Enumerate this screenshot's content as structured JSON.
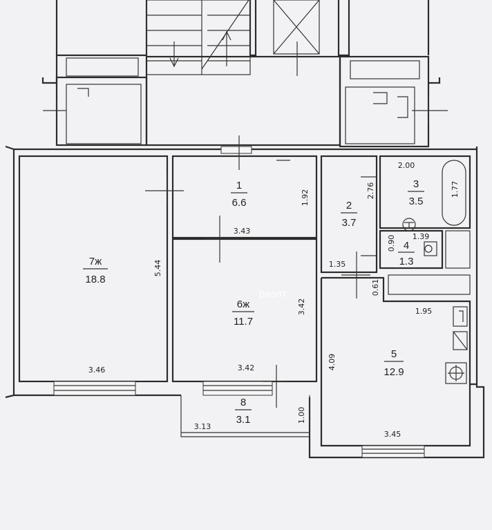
{
  "rooms": [
    {
      "number": "1",
      "area": "6.6"
    },
    {
      "number": "2",
      "area": "3.7"
    },
    {
      "number": "3",
      "area": "3.5"
    },
    {
      "number": "4",
      "area": "1.3"
    },
    {
      "number": "5",
      "area": "12.9"
    },
    {
      "number": "6ж",
      "area": "11.7"
    },
    {
      "number": "7ж",
      "area": "18.8"
    },
    {
      "number": "8",
      "area": "3.1"
    }
  ],
  "dimensions": {
    "d_2_00": "2.00",
    "d_1_77": "1.77",
    "d_2_76": "2.76",
    "d_1_92": "1.92",
    "d_3_43": "3.43",
    "d_0_90": "0.90",
    "d_1_39": "1.39",
    "d_1_35": "1.35",
    "d_0_61": "0.61",
    "d_1_95": "1.95",
    "d_5_44": "5.44",
    "d_3_42_v": "3.42",
    "d_3_46": "3.46",
    "d_3_42_h": "3.42",
    "d_4_09": "4.09",
    "d_3_45": "3.45",
    "d_1_00": "1.00",
    "d_3_13": "3.13"
  },
  "watermark": "риэлт",
  "colors": {
    "paper": "#f2f2f4",
    "line": "#2b2b2b"
  }
}
